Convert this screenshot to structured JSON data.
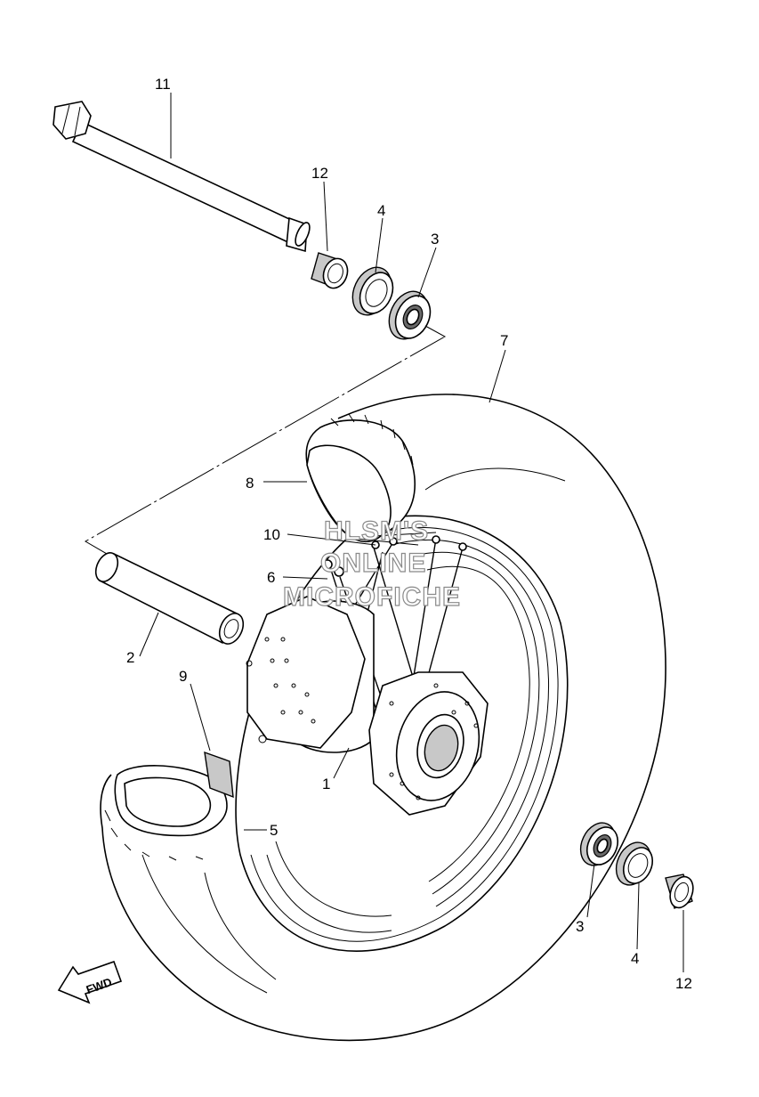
{
  "callouts": [
    {
      "id": "11",
      "text": "11"
    },
    {
      "id": "12a",
      "text": "12"
    },
    {
      "id": "4a",
      "text": "4"
    },
    {
      "id": "3a",
      "text": "3"
    },
    {
      "id": "7",
      "text": "7"
    },
    {
      "id": "8",
      "text": "8"
    },
    {
      "id": "10",
      "text": "10"
    },
    {
      "id": "6",
      "text": "6"
    },
    {
      "id": "2",
      "text": "2"
    },
    {
      "id": "9",
      "text": "9"
    },
    {
      "id": "1",
      "text": "1"
    },
    {
      "id": "5",
      "text": "5"
    },
    {
      "id": "3b",
      "text": "3"
    },
    {
      "id": "4b",
      "text": "4"
    },
    {
      "id": "12b",
      "text": "12"
    }
  ],
  "watermark": {
    "line1": "HLSM'S",
    "line2": "ONLINE",
    "line3": "MICROFICHE"
  },
  "fwd_label": "FWD",
  "icons": [
    "fwd-arrow-icon"
  ],
  "colors": {
    "line": "#000000",
    "background": "#ffffff",
    "watermark_outline": "#8a8a8a"
  }
}
